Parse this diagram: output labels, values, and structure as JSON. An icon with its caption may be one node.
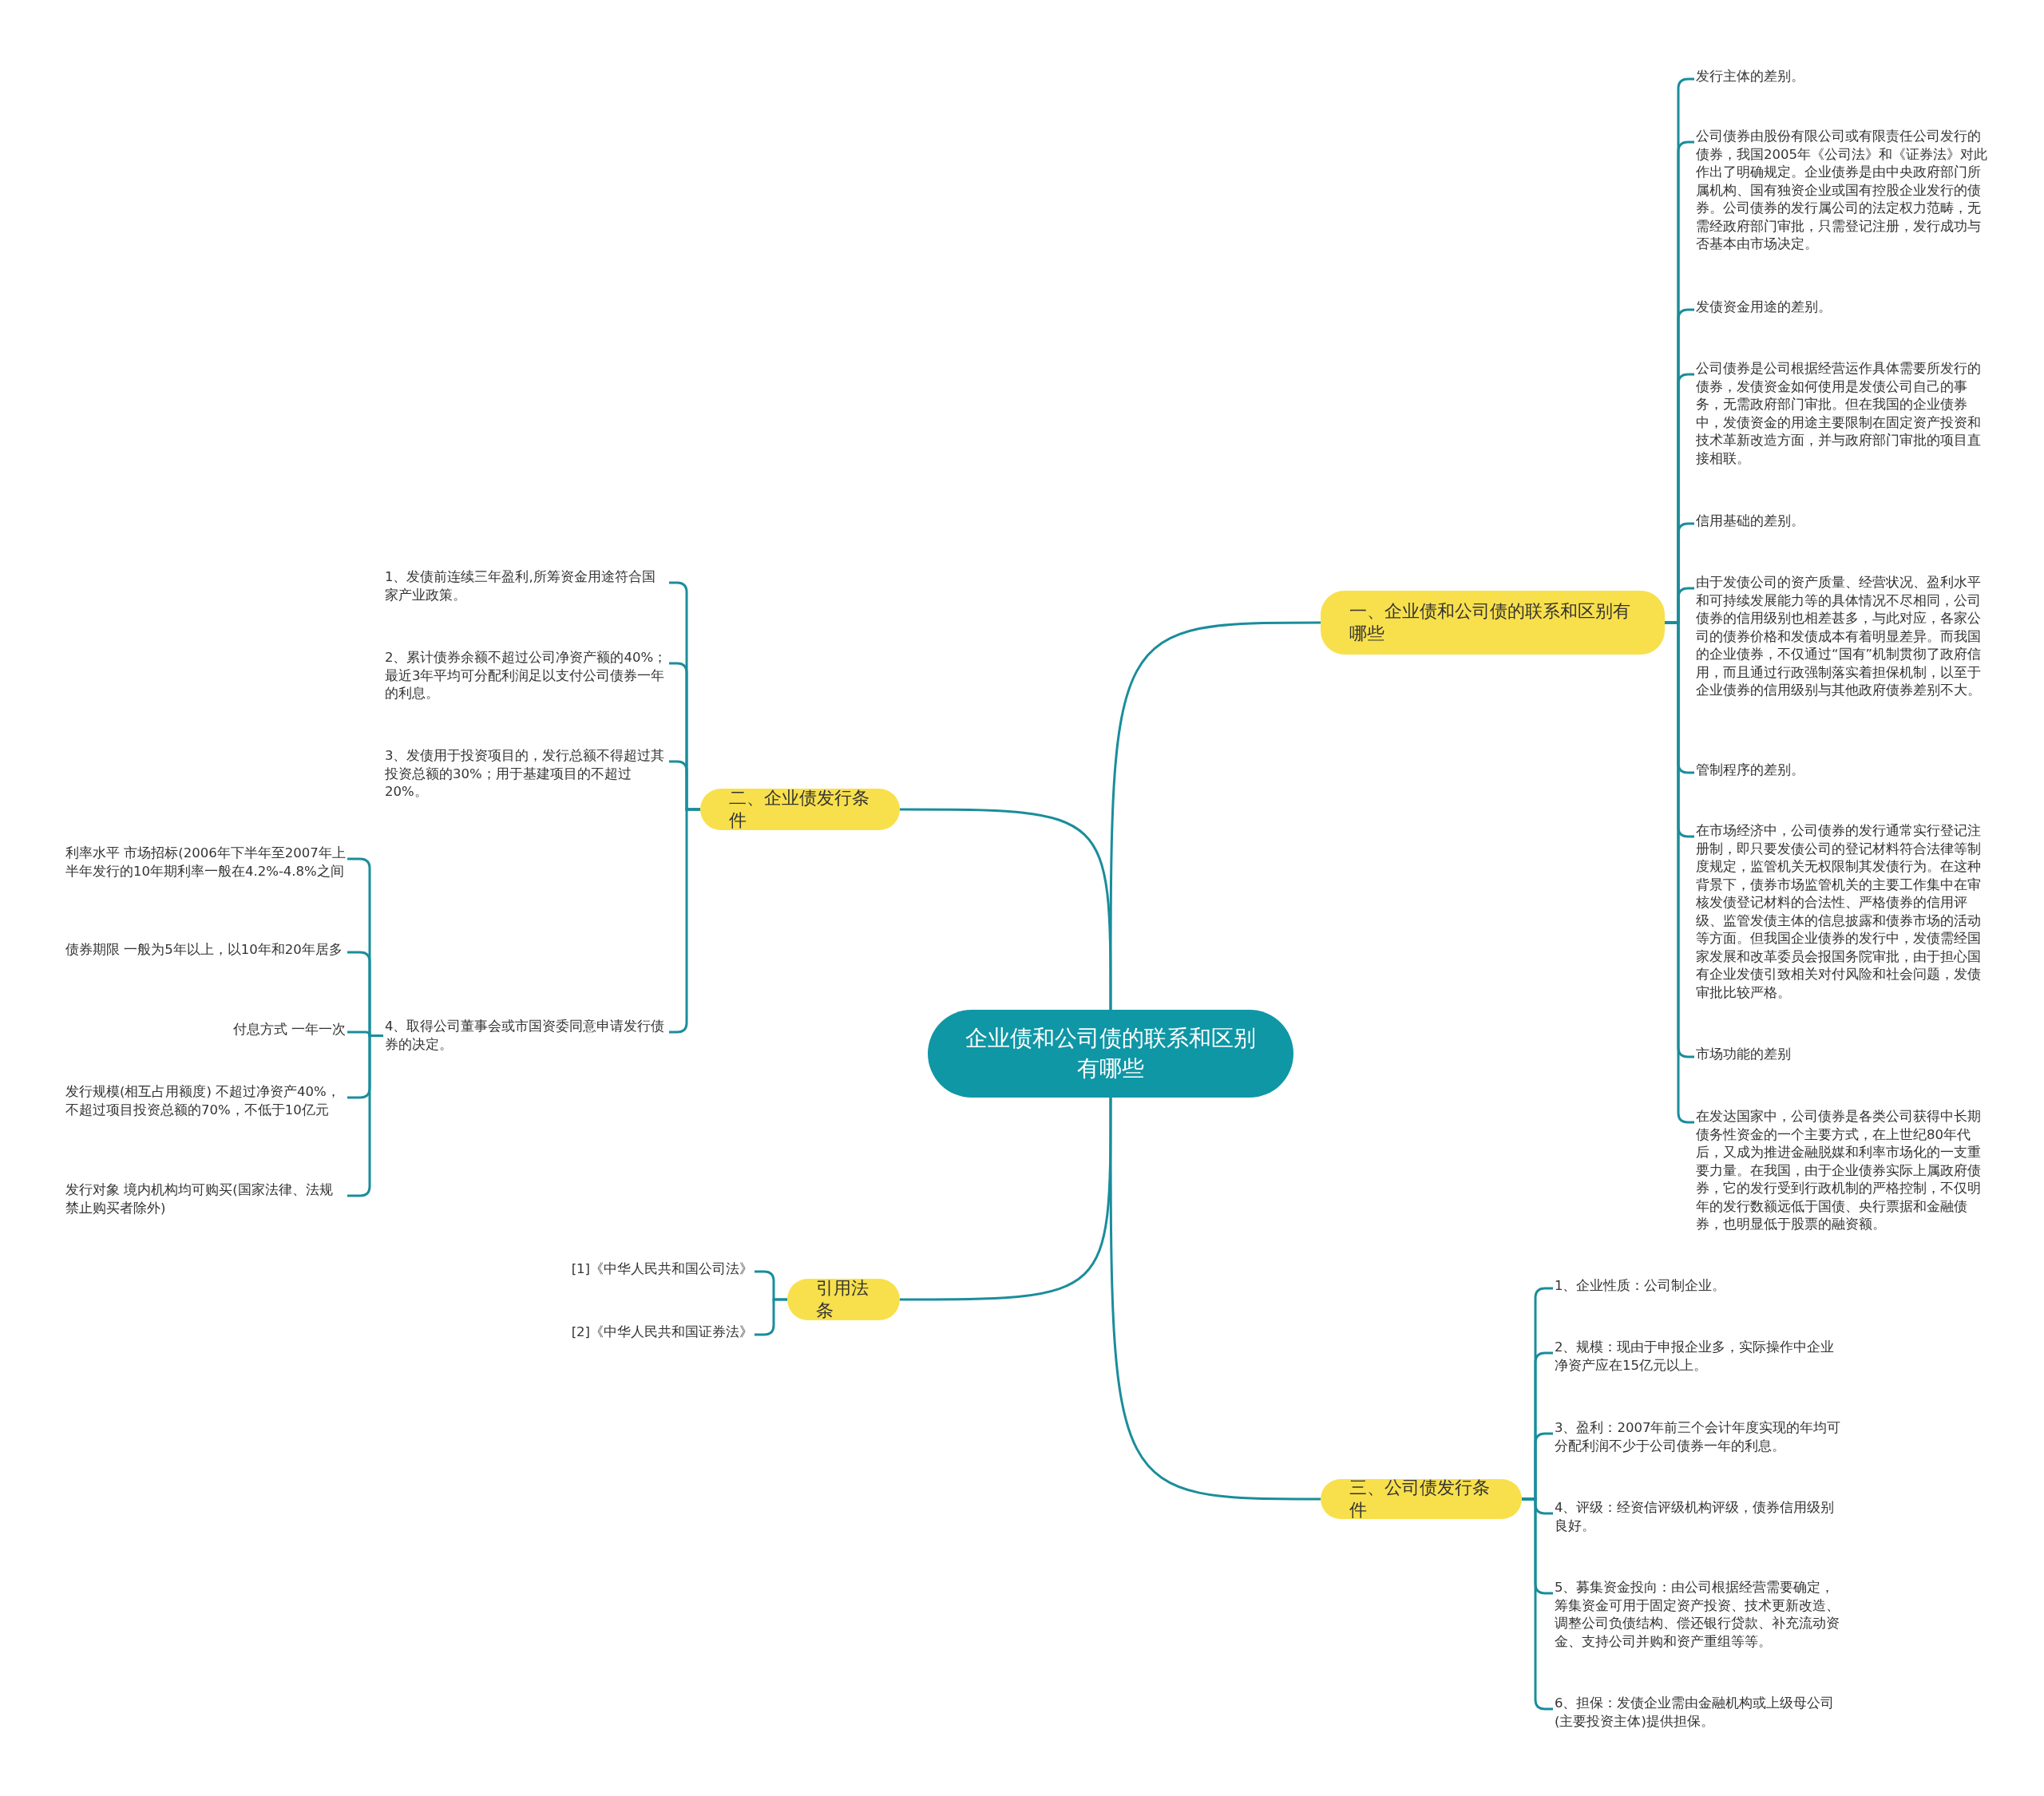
{
  "diagram": {
    "nodes": [
      {
        "text": [
          "企业债和公司债的联系和区别有哪些"
        ]
      },
      {
        "text": [
          "一、企业债和公司债的联系和区别有哪些"
        ]
      },
      {
        "text": [
          "发行主体的差别。"
        ]
      },
      {
        "text": [
          "公司债券由股份有限公司或有限责任公司发行的债券，我国2005年《公司法》和《证券法》对此作出了明确规定。企业债券是由中央政府部门所属机构、国有独资企业或国有控股企业发行的债券。公司债券的发行属公司的法定权力范畴，无需经政府部门审批，只需登记注册，发行成功与否基本由市场决定。"
        ]
      },
      {
        "text": [
          "发债资金用途的差别。"
        ]
      },
      {
        "text": [
          "公司债券是公司根据经营运作具体需要所发行的债券，发债资金如何使用是发债公司自己的事务，无需政府部门审批。但在我国的企业债券中，发债资金的用途主要限制在固定资产投资和技术革新改造方面，并与政府部门审批的项目直接相联。"
        ]
      },
      {
        "text": [
          "信用基础的差别。"
        ]
      },
      {
        "text": [
          "由于发债公司的资产质量、经营状况、盈利水平和可持续发展能力等的具体情况不尽相同，公司债券的信用级别也相差甚多，与此对应，各家公司的债券价格和发债成本有着明显差异。而我国的企业债券，不仅通过“国有”机制贯彻了政府信用，而且通过行政强制落实着担保机制，以至于企业债券的信用级别与其他政府债券差别不大。"
        ]
      },
      {
        "text": [
          "管制程序的差别。"
        ]
      },
      {
        "text": [
          "在市场经济中，公司债券的发行通常实行登记注册制，即只要发债公司的登记材料符合法律等制度规定，监管机关无权限制其发债行为。在这种背景下，债券市场监管机关的主要工作集中在审核发债登记材料的合法性、严格债券的信用评级、监管发债主体的信息披露和债券市场的活动等方面。但我国企业债券的发行中，发债需经国家发展和改革委员会报国务院审批，由于担心国有企业发债引致相关对付风险和社会问题，发债审批比较严格。"
        ]
      },
      {
        "text": [
          "市场功能的差别"
        ]
      },
      {
        "text": [
          "在发达国家中，公司债券是各类公司获得中长期债务性资金的一个主要方式，在上世纪80年代后，又成为推进金融脱媒和利率市场化的一支重要力量。在我国，由于企业债券实际上属政府债券，它的发行受到行政机制的严格控制，不仅明年的发行数额远低于国债、央行票据和金融债券，也明显低于股票的融资额。"
        ]
      },
      {
        "text": [
          "二、企业债发行条件"
        ]
      },
      {
        "text": [
          "1、发债前连续三年盈利,所筹资金用途符合国家产业政策。"
        ]
      },
      {
        "text": [
          "2、累计债券余额不超过公司净资产额的40%；最近3年平均可分配利润足以支付公司债券一年的利息。"
        ]
      },
      {
        "text": [
          "3、发债用于投资项目的，发行总额不得超过其投资总额的30%；用于基建项目的不超过20%。"
        ]
      },
      {
        "text": [
          "4、取得公司董事会或市国资委同意申请发行债券的决定。"
        ]
      },
      {
        "text": [
          "利率水平 市场招标(2006年下半年至2007年上半年发行的10年期利率一般在4.2%-4.8%之间"
        ]
      },
      {
        "text": [
          "债券期限 一般为5年以上，以10年和20年居多"
        ]
      },
      {
        "text": [
          "付息方式 一年一次"
        ]
      },
      {
        "text": [
          "发行规模(相互占用额度) 不超过净资产40%，不超过项目投资总额的70%，不低于10亿元"
        ]
      },
      {
        "text": [
          "发行对象 境内机构均可购买(国家法律、法规禁止购买者除外)"
        ]
      },
      {
        "text": [
          "三、公司债发行条件"
        ]
      },
      {
        "text": [
          "1、企业性质：公司制企业。"
        ]
      },
      {
        "text": [
          "2、规模：现由于申报企业多，实际操作中企业净资产应在15亿元以上。"
        ]
      },
      {
        "text": [
          "3、盈利：2007年前三个会计年度实现的年均可分配利润不少于公司债券一年的利息。"
        ]
      },
      {
        "text": [
          "4、评级：经资信评级机构评级，债券信用级别良好。"
        ]
      },
      {
        "text": [
          "5、募集资金投向：由公司根据经营需要确定，筹集资金可用于固定资产投资、技术更新改造、调整公司负债结构、偿还银行贷款、补充流动资金、支持公司并购和资产重组等等。"
        ]
      },
      {
        "text": [
          "6、担保：发债企业需由金融机构或上级母公司(主要投资主体)提供担保。"
        ]
      },
      {
        "text": [
          "引用法条"
        ]
      },
      {
        "text": [
          "[1]《中华人民共和国公司法》"
        ]
      },
      {
        "text": [
          "[2]《中华人民共和国证券法》"
        ]
      }
    ],
    "edges": [
      {
        "from": 0,
        "to": 1,
        "arrow": "none"
      },
      {
        "from": 1,
        "to": 2,
        "arrow": "none"
      },
      {
        "from": 1,
        "to": 3,
        "arrow": "none"
      },
      {
        "from": 1,
        "to": 4,
        "arrow": "none"
      },
      {
        "from": 1,
        "to": 5,
        "arrow": "none"
      },
      {
        "from": 1,
        "to": 6,
        "arrow": "none"
      },
      {
        "from": 1,
        "to": 7,
        "arrow": "none"
      },
      {
        "from": 1,
        "to": 8,
        "arrow": "none"
      },
      {
        "from": 1,
        "to": 9,
        "arrow": "none"
      },
      {
        "from": 1,
        "to": 10,
        "arrow": "none"
      },
      {
        "from": 1,
        "to": 11,
        "arrow": "none"
      },
      {
        "from": 0,
        "to": 12,
        "arrow": "none"
      },
      {
        "from": 12,
        "to": 13,
        "arrow": "none"
      },
      {
        "from": 12,
        "to": 14,
        "arrow": "none"
      },
      {
        "from": 12,
        "to": 15,
        "arrow": "none"
      },
      {
        "from": 12,
        "to": 16,
        "arrow": "none"
      },
      {
        "from": 16,
        "to": 17,
        "arrow": "none"
      },
      {
        "from": 16,
        "to": 18,
        "arrow": "none"
      },
      {
        "from": 16,
        "to": 19,
        "arrow": "none"
      },
      {
        "from": 16,
        "to": 20,
        "arrow": "none"
      },
      {
        "from": 16,
        "to": 21,
        "arrow": "none"
      },
      {
        "from": 0,
        "to": 22,
        "arrow": "none"
      },
      {
        "from": 22,
        "to": 23,
        "arrow": "none"
      },
      {
        "from": 22,
        "to": 24,
        "arrow": "none"
      },
      {
        "from": 22,
        "to": 25,
        "arrow": "none"
      },
      {
        "from": 22,
        "to": 26,
        "arrow": "none"
      },
      {
        "from": 22,
        "to": 27,
        "arrow": "none"
      },
      {
        "from": 22,
        "to": 28,
        "arrow": "none"
      },
      {
        "from": 0,
        "to": 29,
        "arrow": "none"
      },
      {
        "from": 29,
        "to": 30,
        "arrow": "none"
      },
      {
        "from": 29,
        "to": 31,
        "arrow": "none"
      }
    ]
  }
}
